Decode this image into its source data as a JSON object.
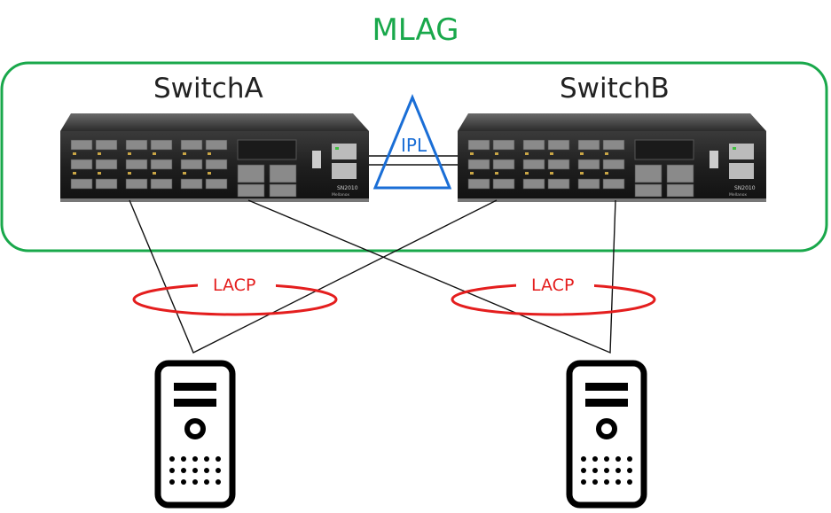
{
  "title": {
    "text": "MLAG",
    "color": "#19a84b"
  },
  "cluster_border_color": "#19a84b",
  "switches": [
    {
      "label": "SwitchA",
      "model": "SN2010",
      "brand": "Mellanox"
    },
    {
      "label": "SwitchB",
      "model": "SN2010",
      "brand": "Mellanox"
    }
  ],
  "ipl": {
    "label": "IPL",
    "color": "#1a6ed6"
  },
  "lacp_groups": [
    {
      "label": "LACP",
      "color": "#e41e1e"
    },
    {
      "label": "LACP",
      "color": "#e41e1e"
    }
  ],
  "servers": [
    {
      "icon": "server-tower-icon"
    },
    {
      "icon": "server-tower-icon"
    }
  ]
}
